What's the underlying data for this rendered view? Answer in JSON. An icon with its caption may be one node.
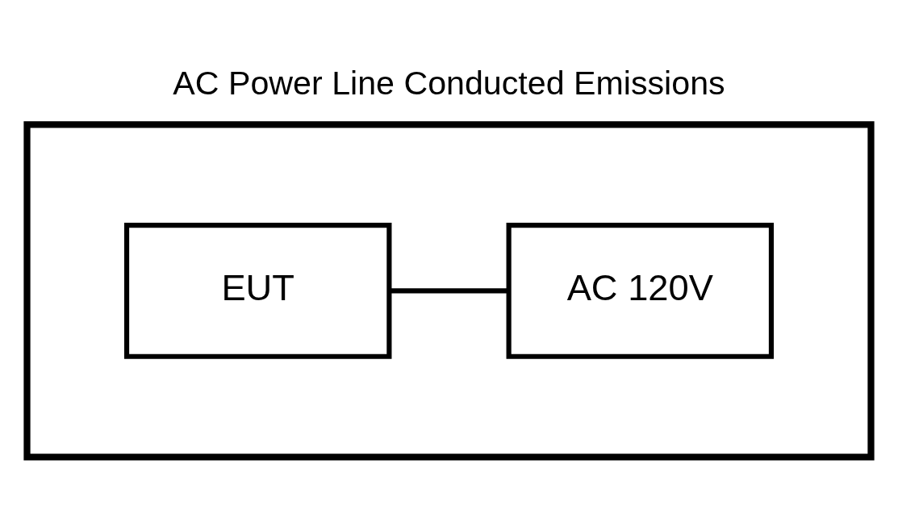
{
  "diagram": {
    "title": "AC Power Line Conducted Emissions",
    "nodes": [
      {
        "text": [],
        "shape": "box"
      },
      {
        "text": [
          "EUT"
        ],
        "in": 0
      },
      {
        "text": [
          "AC 120V"
        ],
        "in": 0
      }
    ],
    "edges": [
      {
        "from": 1,
        "to": 2,
        "arrow": "none"
      }
    ]
  }
}
